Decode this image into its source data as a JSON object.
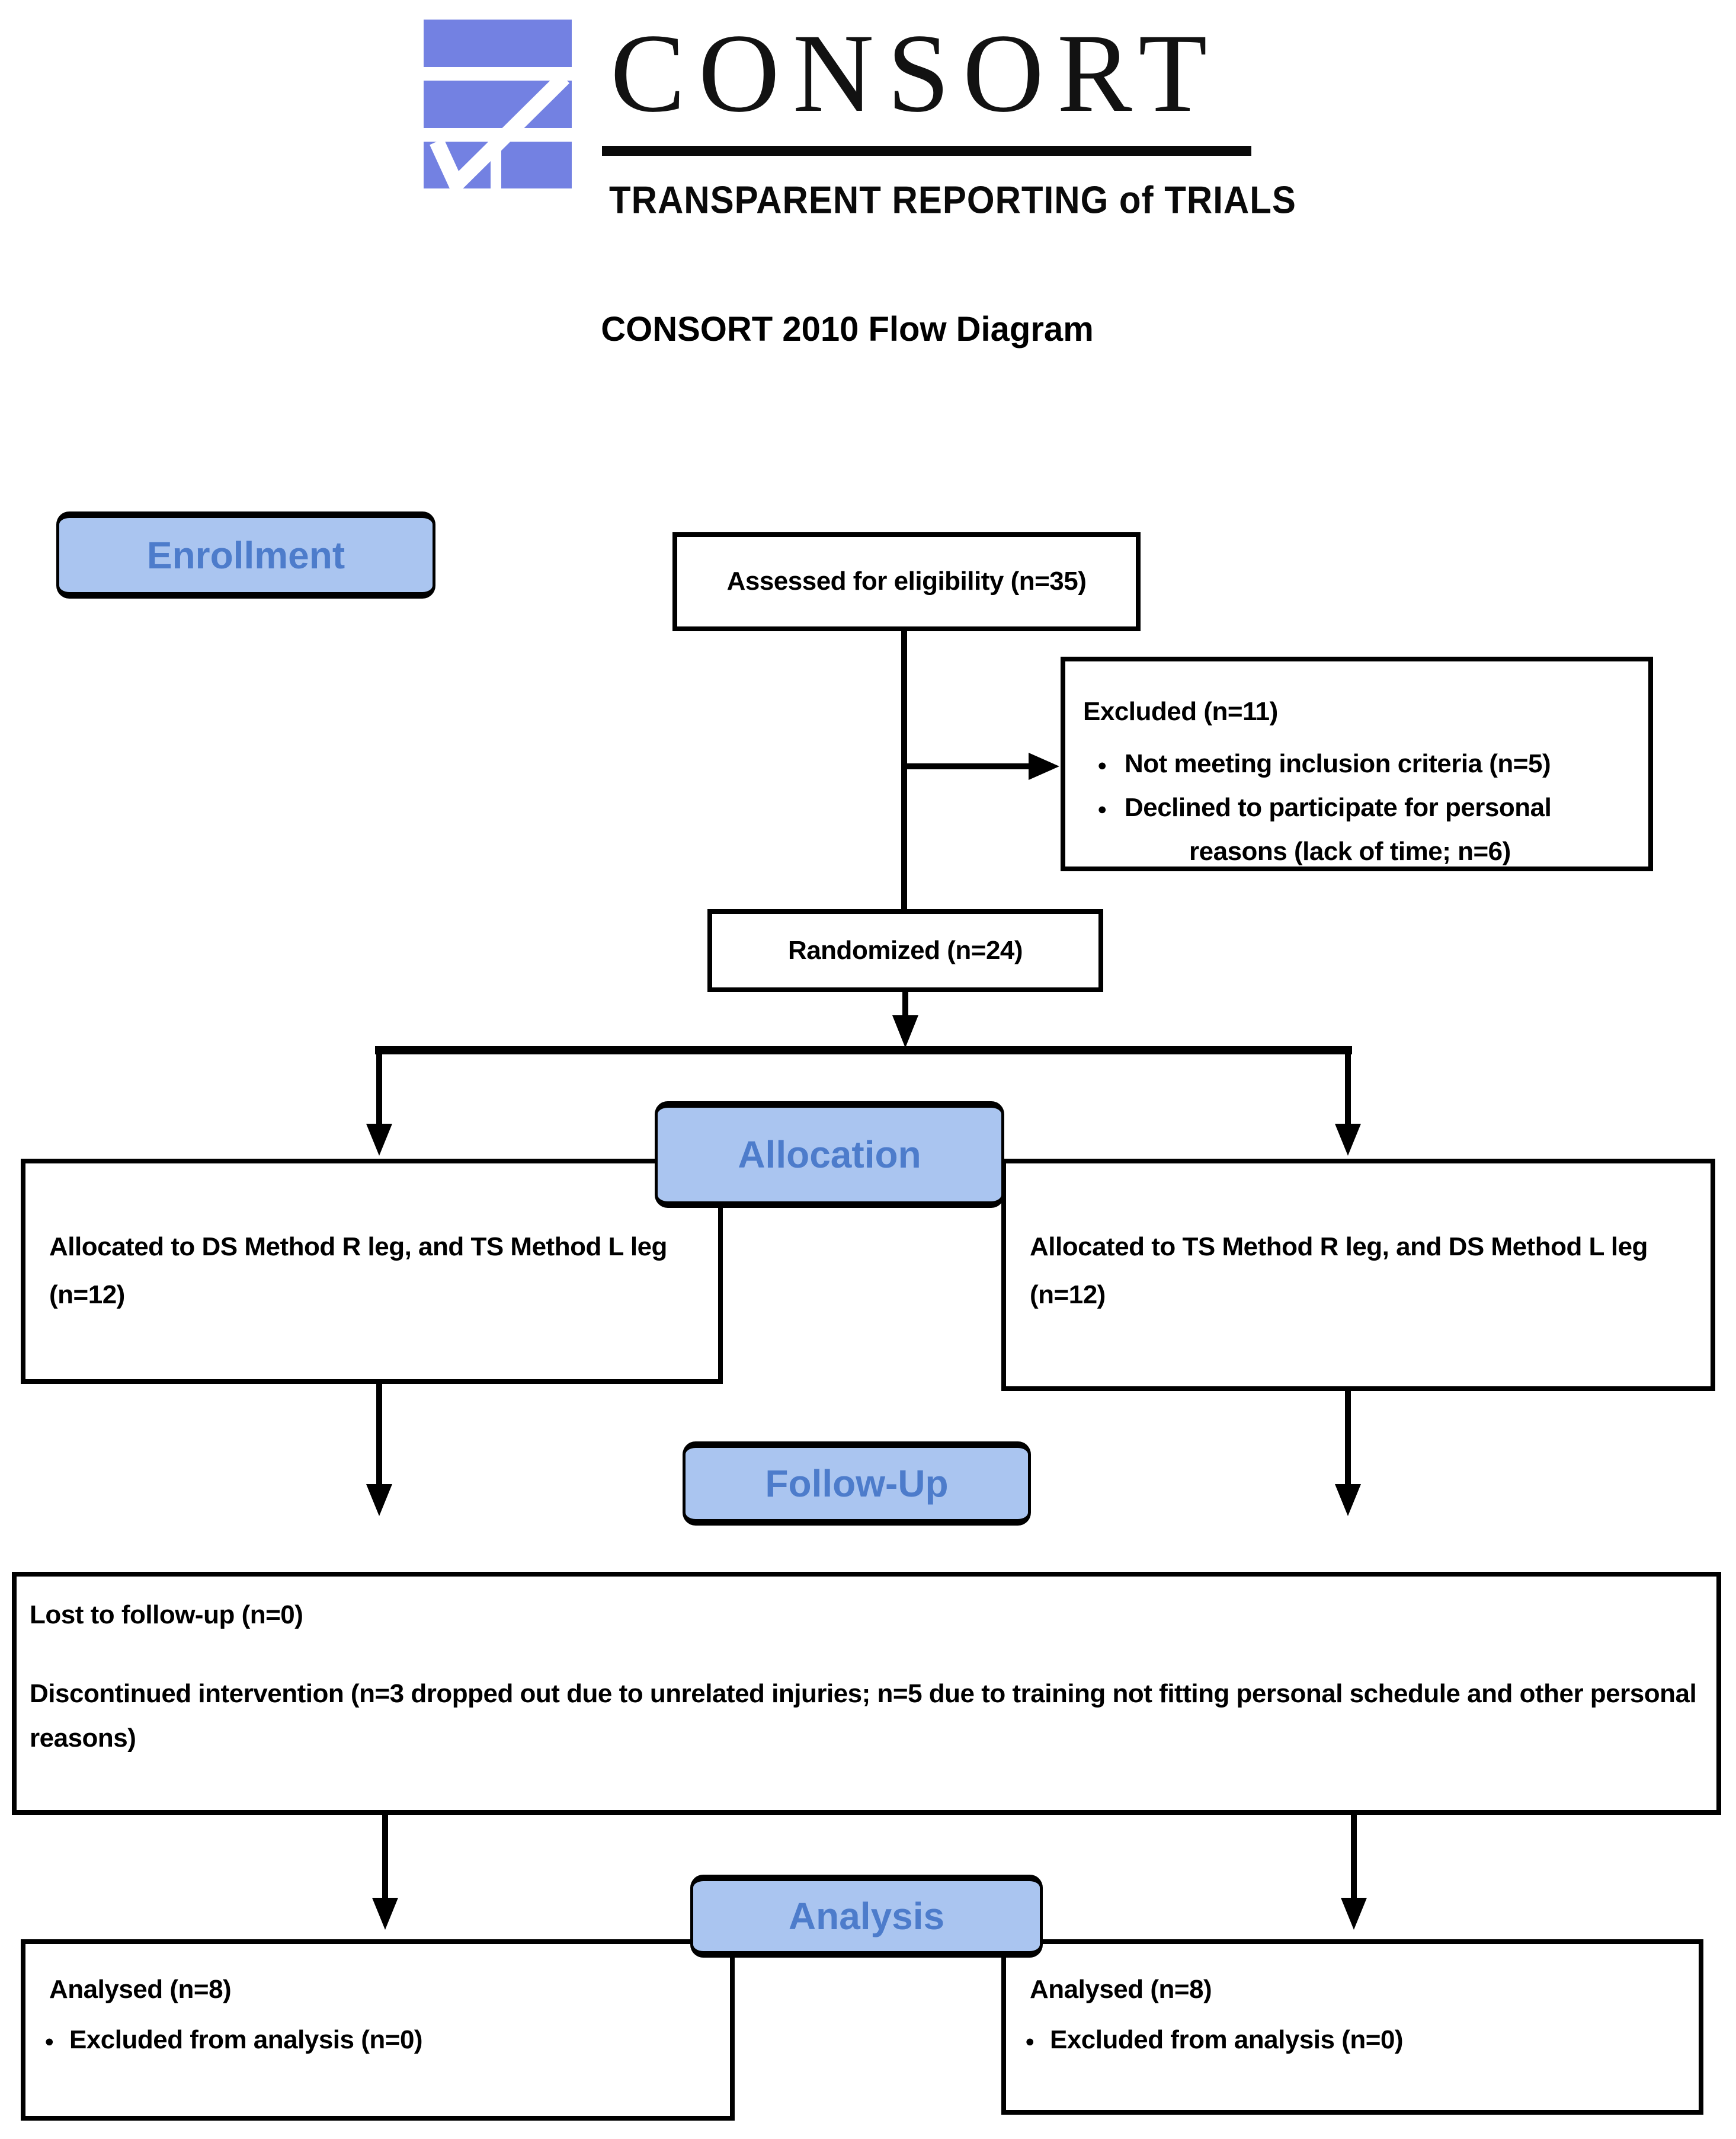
{
  "logo": {
    "wordmark": "CONSORT",
    "tagline": "TRANSPARENT REPORTING of TRIALS",
    "brand_blue": "#7381e2"
  },
  "title": "CONSORT 2010 Flow Diagram",
  "colors": {
    "stage_fill": "#aac5f0",
    "stage_text": "#4d7ccb",
    "box_border": "#000000"
  },
  "stages": {
    "enrollment": "Enrollment",
    "allocation": "Allocation",
    "followup": "Follow-Up",
    "analysis": "Analysis"
  },
  "boxes": {
    "assessed": "Assessed for eligibility (n=35)",
    "excluded": {
      "heading": "Excluded (n=11)",
      "bullets": [
        "Not meeting inclusion criteria (n=5)",
        "Declined to participate for personal reasons (lack of time; n=6)"
      ]
    },
    "randomized": "Randomized (n=24)",
    "alloc_left": "Allocated to DS Method R leg, and TS Method L leg (n=12)",
    "alloc_right": "Allocated to TS Method R leg, and DS Method L leg (n=12)",
    "followup_big": {
      "line1": "Lost to follow-up (n=0)",
      "line2": "Discontinued intervention (n=3 dropped out due to unrelated injuries; n=5 due to training not fitting personal schedule and other personal reasons)"
    },
    "analysis_left": {
      "heading": "Analysed (n=8)",
      "bullet": "Excluded from analysis (n=0)"
    },
    "analysis_right": {
      "heading": "Analysed (n=8)",
      "bullet": "Excluded from analysis (n=0)"
    }
  }
}
